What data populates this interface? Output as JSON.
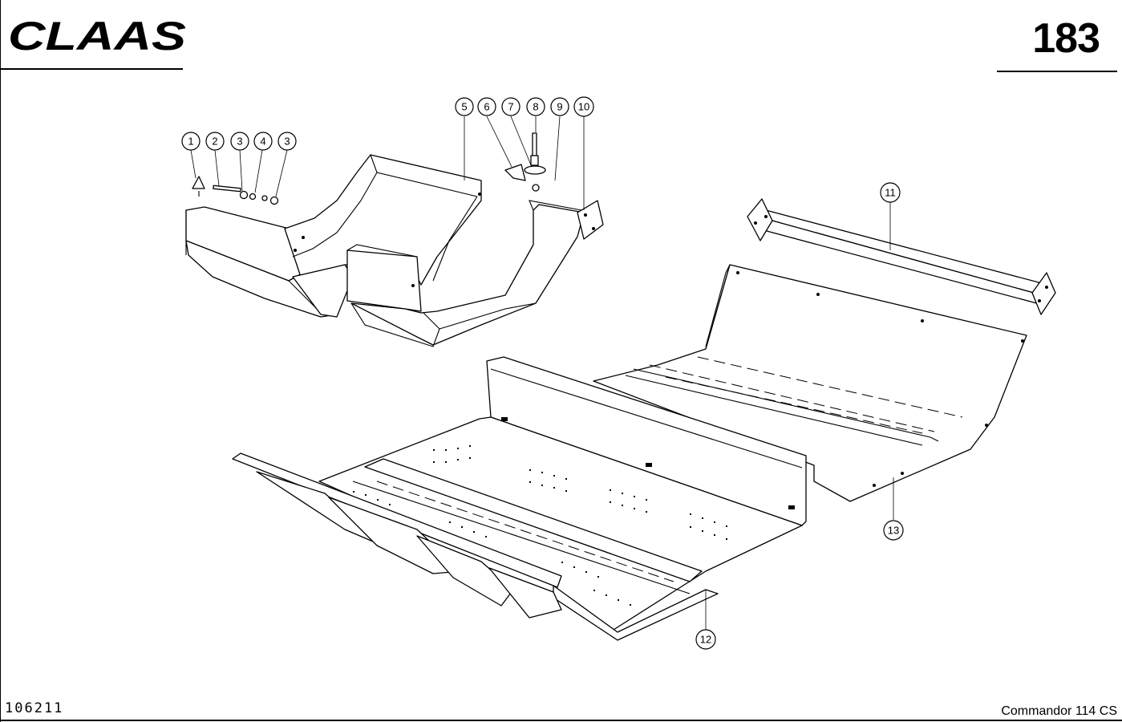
{
  "header": {
    "brand": "CLAAS",
    "page_number": "183"
  },
  "footer": {
    "drawing_id": "106211",
    "model": "Commandor 114 CS"
  },
  "callouts": [
    {
      "id": "c1",
      "label": "1"
    },
    {
      "id": "c2",
      "label": "2"
    },
    {
      "id": "c3a",
      "label": "3"
    },
    {
      "id": "c4",
      "label": "4"
    },
    {
      "id": "c3b",
      "label": "3"
    },
    {
      "id": "c5",
      "label": "5"
    },
    {
      "id": "c6",
      "label": "6"
    },
    {
      "id": "c7",
      "label": "7"
    },
    {
      "id": "c8",
      "label": "8"
    },
    {
      "id": "c9",
      "label": "9"
    },
    {
      "id": "c10",
      "label": "10"
    },
    {
      "id": "c11",
      "label": "11"
    },
    {
      "id": "c12",
      "label": "12"
    },
    {
      "id": "c13",
      "label": "13"
    }
  ]
}
